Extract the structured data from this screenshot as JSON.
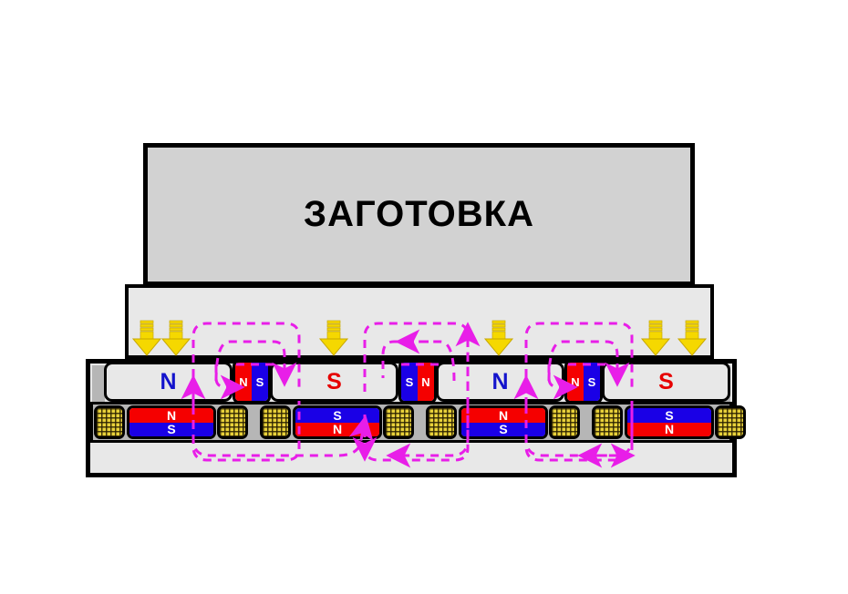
{
  "diagram": {
    "title": "ЗАГОТОВКА",
    "colors": {
      "north_text": "#1313cc",
      "south_text": "#e60000",
      "magnet_red": "#f50000",
      "magnet_blue": "#1a00e6",
      "coil_yellow": "#e8d13a",
      "flux_magenta": "#e81ee8",
      "force_yellow": "#f5d800",
      "workpiece_gray": "#d2d2d2",
      "body_gray": "#e8e8e8",
      "shade_gray": "#b6b6b6",
      "outline": "#000000"
    },
    "workpiece": {
      "label": "ЗАГОТОВКА"
    },
    "upper_row": {
      "poles": [
        {
          "label": "N",
          "polarity": "north"
        },
        {
          "label": "S",
          "polarity": "south"
        },
        {
          "label": "N",
          "polarity": "north"
        },
        {
          "label": "S",
          "polarity": "south"
        }
      ],
      "magnets": [
        {
          "left_label": "N",
          "right_label": "S",
          "left_color": "red",
          "right_color": "blue"
        },
        {
          "left_label": "S",
          "right_label": "N",
          "left_color": "blue",
          "right_color": "red"
        },
        {
          "left_label": "N",
          "right_label": "S",
          "left_color": "red",
          "right_color": "blue"
        }
      ]
    },
    "lower_row": {
      "magnets": [
        {
          "top_label": "N",
          "bottom_label": "S",
          "top_color": "red",
          "bottom_color": "blue"
        },
        {
          "top_label": "S",
          "bottom_label": "N",
          "top_color": "blue",
          "bottom_color": "red"
        },
        {
          "top_label": "N",
          "bottom_label": "S",
          "top_color": "red",
          "bottom_color": "blue"
        },
        {
          "top_label": "S",
          "bottom_label": "N",
          "top_color": "blue",
          "bottom_color": "red"
        }
      ],
      "coil_count": 8
    },
    "force_arrows": {
      "count": 6,
      "direction": "down",
      "color": "#f5d800"
    },
    "flux_loops": {
      "count": 3,
      "style": "dashed",
      "color": "#e81ee8"
    }
  }
}
